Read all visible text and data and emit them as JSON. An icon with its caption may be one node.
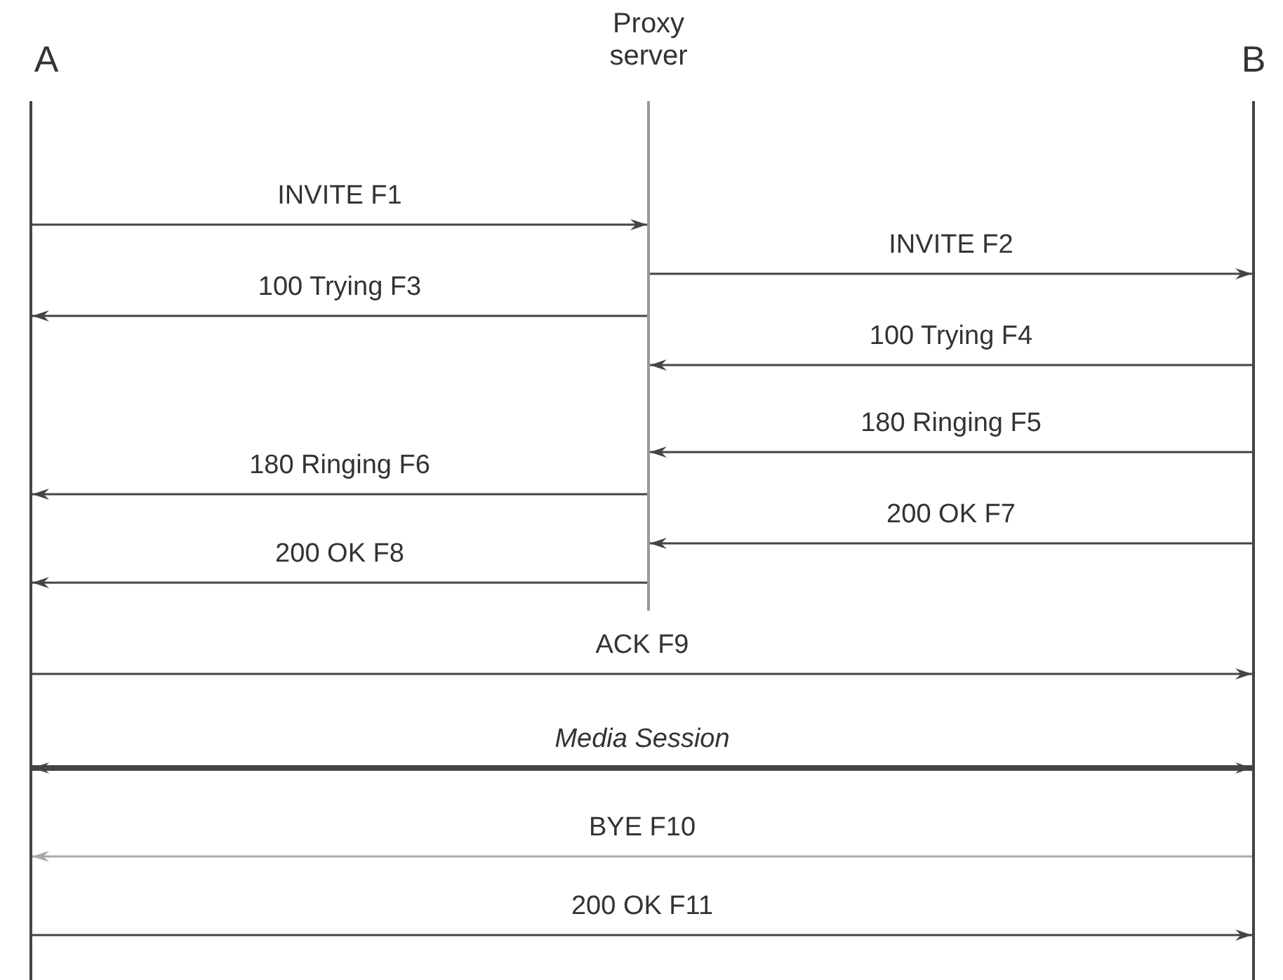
{
  "diagram": {
    "nodes": [
      {
        "text": [
          "A"
        ]
      },
      {
        "text": [
          "Proxy server"
        ]
      },
      {
        "text": [
          "B"
        ]
      }
    ],
    "edges": [
      {
        "from": 0,
        "to": 1,
        "arrow": "to",
        "label": "INVITE F1"
      },
      {
        "from": 1,
        "to": 2,
        "arrow": "to",
        "label": "INVITE F2"
      },
      {
        "from": 1,
        "to": 0,
        "arrow": "to",
        "label": "100 Trying F3"
      },
      {
        "from": 2,
        "to": 1,
        "arrow": "to",
        "label": "100 Trying F4"
      },
      {
        "from": 2,
        "to": 1,
        "arrow": "to",
        "label": "180 Ringing F5"
      },
      {
        "from": 1,
        "to": 0,
        "arrow": "to",
        "label": "180 Ringing F6"
      },
      {
        "from": 2,
        "to": 1,
        "arrow": "to",
        "label": "200 OK F7"
      },
      {
        "from": 1,
        "to": 0,
        "arrow": "to",
        "label": "200 OK F8"
      },
      {
        "from": 0,
        "to": 2,
        "arrow": "to",
        "label": "ACK F9"
      },
      {
        "from": 0,
        "to": 2,
        "arrow": "both",
        "label": "Media Session",
        "style": "thick"
      },
      {
        "from": 2,
        "to": 0,
        "arrow": "to",
        "label": "BYE F10",
        "color": "#aaaaaa"
      },
      {
        "from": 0,
        "to": 2,
        "arrow": "to",
        "label": "200 OK F11"
      }
    ]
  }
}
